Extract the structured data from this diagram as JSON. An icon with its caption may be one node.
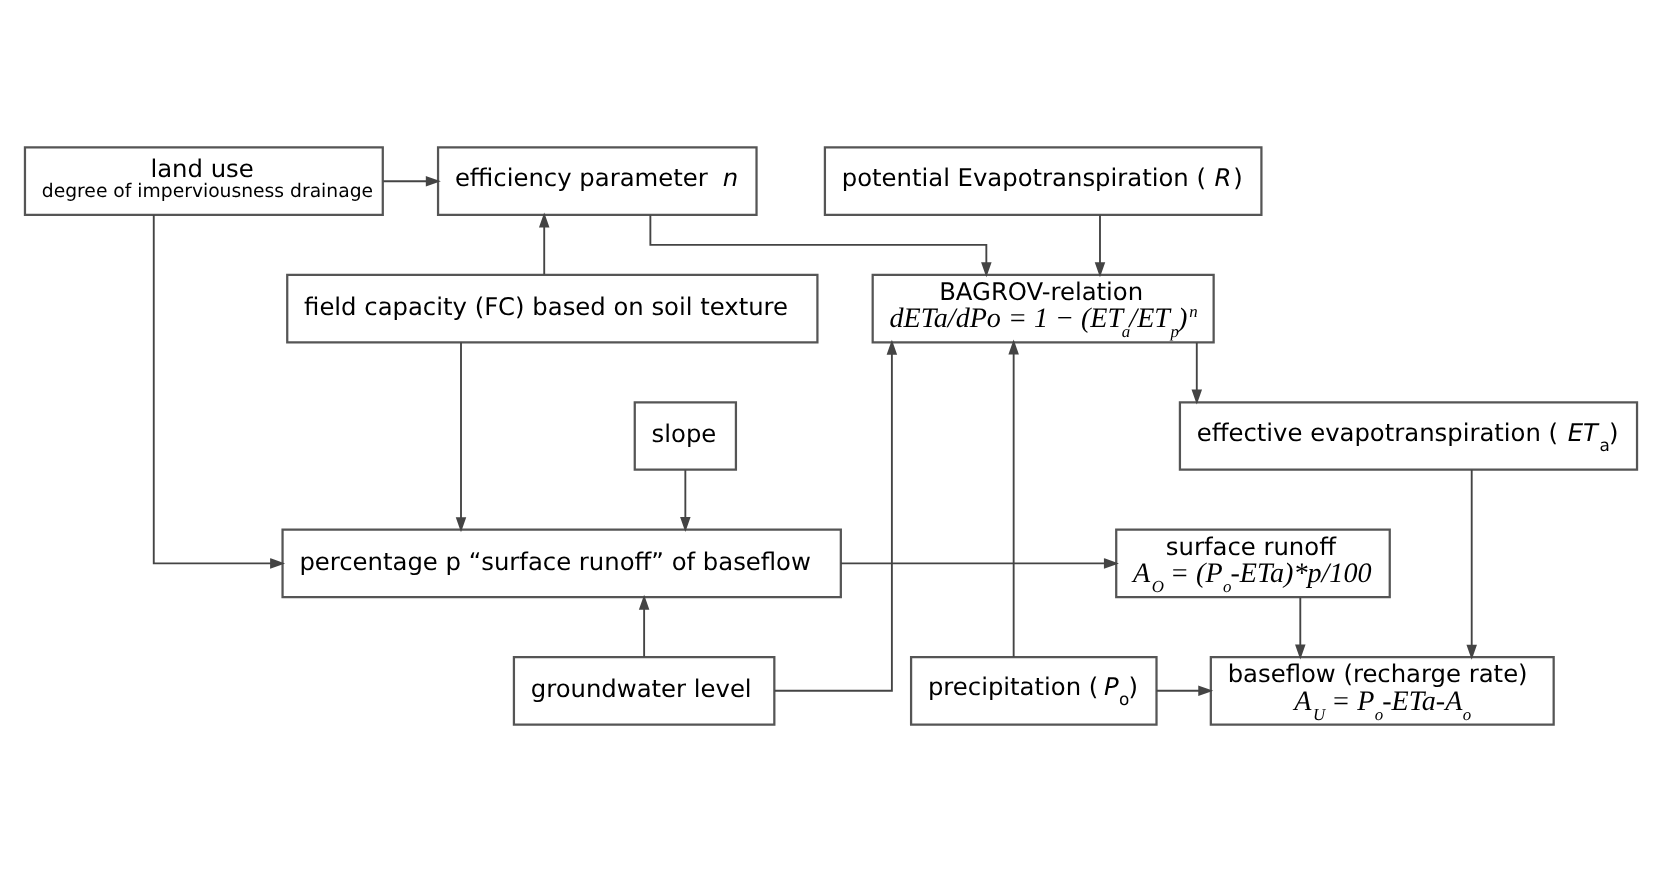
{
  "diagram": {
    "nodes": [
      {
        "text": [
          "potential Evapotranspiration (*R*)"
        ]
      },
      {
        "text": [
          "efficiency parameter *n*"
        ]
      },
      {
        "text": [
          "land use",
          "degree of imperviousness drainage"
        ]
      },
      {
        "text": [
          "BAGROV-relation",
          "dETa/dPo = 1 − (ET$_{a}$/ET$_{p}$)$^{n}$"
        ]
      },
      {
        "text": [
          "field capacity (FC) based on soil texture"
        ]
      },
      {
        "text": [
          "baseflow (recharge rate)",
          "A$_{U}$ = P$_{o}$-ETa-A$_{o}$"
        ]
      },
      {
        "text": [
          "groundwater level"
        ]
      },
      {
        "text": [
          "precipitation (*P*$_{o}$)"
        ]
      },
      {
        "text": [
          "slope"
        ]
      },
      {
        "text": [
          "effective evapotranspiration (*ET*$_{a}$)"
        ]
      },
      {
        "text": [
          "surface runoff",
          "A$_{O}$ = (P$_{o}$-ETa)*p/100"
        ]
      },
      {
        "text": [
          "percentage p “surface runoff” of baseflow"
        ]
      }
    ],
    "edges": [
      {
        "from": 0,
        "to": 3,
        "arrow": "to"
      },
      {
        "from": 2,
        "to": 1,
        "arrow": "to"
      },
      {
        "from": 4,
        "to": 1,
        "arrow": "to"
      },
      {
        "from": 1,
        "to": 3,
        "arrow": "to"
      },
      {
        "from": 6,
        "to": 3,
        "arrow": "to"
      },
      {
        "from": 7,
        "to": 3,
        "arrow": "to"
      },
      {
        "from": 7,
        "to": 5,
        "arrow": "to"
      },
      {
        "from": 3,
        "to": 9,
        "arrow": "to"
      },
      {
        "from": 9,
        "to": 5,
        "arrow": "to"
      },
      {
        "from": 10,
        "to": 5,
        "arrow": "to"
      },
      {
        "from": 8,
        "to": 11,
        "arrow": "to"
      },
      {
        "from": 6,
        "to": 11,
        "arrow": "to"
      },
      {
        "from": 4,
        "to": 11,
        "arrow": "to"
      },
      {
        "from": 2,
        "to": 11,
        "arrow": "to"
      },
      {
        "from": 11,
        "to": 10,
        "arrow": "to"
      }
    ]
  }
}
